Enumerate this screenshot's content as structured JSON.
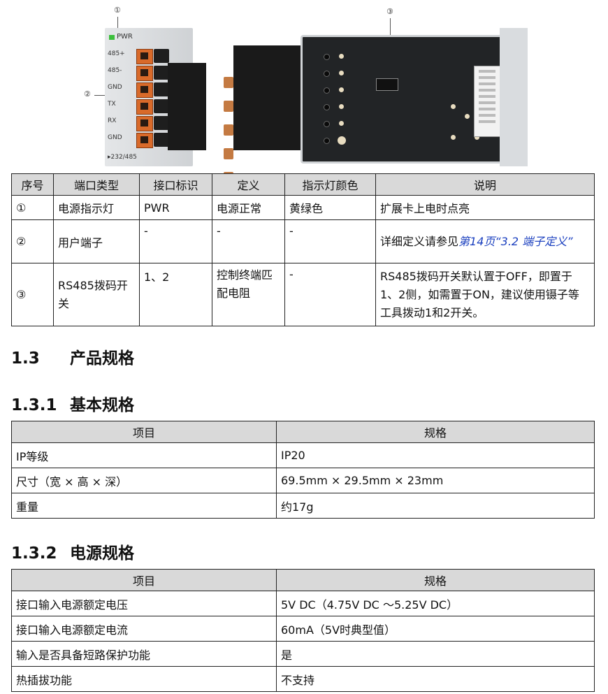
{
  "figure": {
    "callouts": [
      "①",
      "②",
      "③"
    ],
    "left_module_labels": {
      "pwr": "PWR",
      "ports": [
        "485+",
        "485-",
        "GND",
        "TX",
        "RX",
        "GND"
      ],
      "bottom": "▸232/485"
    }
  },
  "port_table": {
    "headers": [
      "序号",
      "端口类型",
      "接口标识",
      "定义",
      "指示灯颜色",
      "说明"
    ],
    "rows": [
      {
        "no": "①",
        "type": "电源指示灯",
        "id": "PWR",
        "def": "电源正常",
        "led": "黄绿色",
        "desc": "扩展卡上电时点亮"
      },
      {
        "no": "②",
        "type": "用户端子",
        "id": "-",
        "def": "-",
        "led": "-",
        "desc_prefix": "详细定义请参见",
        "desc_link": "第14页“3.2 端子定义”"
      },
      {
        "no": "③",
        "type": "RS485拨码开关",
        "id": "1、2",
        "def": "控制终端匹配电阻",
        "led": "-",
        "desc": "RS485拨码开关默认置于OFF，即置于1、2侧，如需置于ON，建议使用镊子等工具拨动1和2开关。"
      }
    ]
  },
  "section_1_3": {
    "num": "1.3",
    "title": "产品规格"
  },
  "section_1_3_1": {
    "num": "1.3.1",
    "title": "基本规格",
    "headers": [
      "项目",
      "规格"
    ],
    "rows": [
      {
        "item": "IP等级",
        "spec": "IP20"
      },
      {
        "item": "尺寸（宽 × 高 × 深）",
        "spec": "69.5mm × 29.5mm × 23mm"
      },
      {
        "item": "重量",
        "spec": "约17g"
      }
    ]
  },
  "section_1_3_2": {
    "num": "1.3.2",
    "title": "电源规格",
    "headers": [
      "项目",
      "规格"
    ],
    "rows": [
      {
        "item": "接口输入电源额定电压",
        "spec": "5V DC（4.75V DC ～5.25V DC）"
      },
      {
        "item": "接口输入电源额定电流",
        "spec": "60mA（5V时典型值）"
      },
      {
        "item": "输入是否具备短路保护功能",
        "spec": "是"
      },
      {
        "item": "热插拔功能",
        "spec": "不支持"
      }
    ]
  },
  "colors": {
    "header_bg": "#d9d9d9",
    "link": "#1a3fbf",
    "pwr_led": "#3cbf3c",
    "terminal": "#d96a2a"
  }
}
